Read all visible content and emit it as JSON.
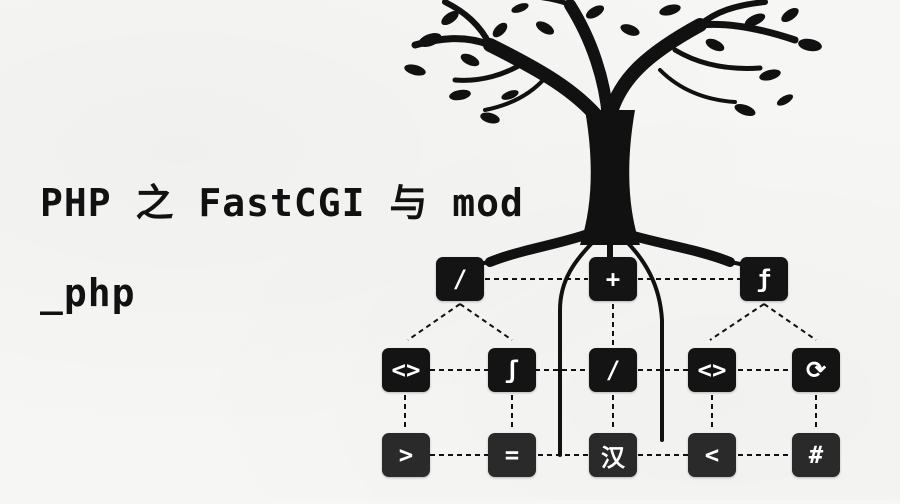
{
  "title_lines": [
    "PHP 之 FastCGI 与 mod",
    "_php"
  ],
  "nodes": {
    "root_left": "/",
    "root_mid": "+",
    "root_right": "ƒ",
    "m1": "<>",
    "m2": "ʃ",
    "m3": "/",
    "m4": "<>",
    "m5": "⟳",
    "b1": ">",
    "b2": "=",
    "b3": "汉",
    "b4": "<",
    "b5": "#"
  },
  "icons": {
    "tree": "tree-icon",
    "leaf": "leaf-icon"
  },
  "colors": {
    "background": "#f6f6f4",
    "ink": "#111111",
    "node_fill": "#141414"
  }
}
